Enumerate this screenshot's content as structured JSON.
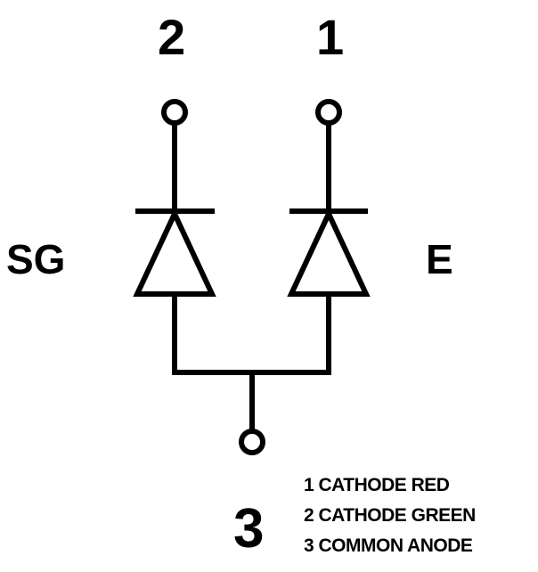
{
  "diagram": {
    "type": "schematic",
    "title": "",
    "colors": {
      "background": "#ffffff",
      "stroke": "#000000"
    },
    "pins": [
      {
        "id": "pin2",
        "label": "2"
      },
      {
        "id": "pin1",
        "label": "1"
      },
      {
        "id": "pin3",
        "label": "3"
      }
    ],
    "diodes": [
      {
        "id": "diode-left",
        "label": "SG",
        "pin": "2"
      },
      {
        "id": "diode-right",
        "label": "E",
        "pin": "1"
      }
    ],
    "legend": [
      {
        "text": "1 CATHODE RED"
      },
      {
        "text": "2 CATHODE GREEN"
      },
      {
        "text": "3 COMMON ANODE"
      }
    ]
  }
}
